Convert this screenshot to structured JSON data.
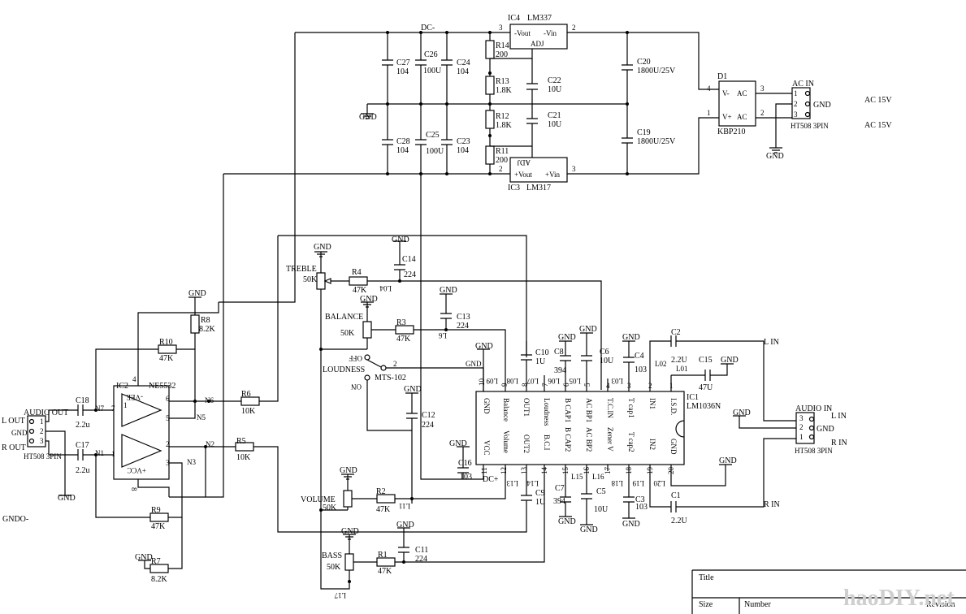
{
  "labels": {
    "dc_minus": "DC-",
    "dc_plus": "DC+",
    "gnd": "GND",
    "gnd_o": "GNDO-",
    "c27": "C27",
    "c27v": "104",
    "c26": "C26",
    "c26v": "100U",
    "c24": "C24",
    "c24v": "104",
    "c28": "C28",
    "c28v": "104",
    "c25": "C25",
    "c25v": "100U",
    "c23": "C23",
    "c23v": "104",
    "r14": "R14",
    "r14v": "200",
    "r13": "R13",
    "r13v": "1.8K",
    "r12": "R12",
    "r12v": "1.8K",
    "r11": "R11",
    "r11v": "200",
    "c22": "C22",
    "c22v": "10U",
    "c21": "C21",
    "c21v": "10U",
    "c20": "C20",
    "c20v": "1800U/25V",
    "c19": "C19",
    "c19v": "1800U/25V",
    "ic4": "IC4",
    "lm337": "LM337",
    "ic3": "IC3",
    "lm317": "LM317",
    "minus_vout": "-Vout",
    "minus_vin": "-Vin",
    "adj": "ADJ",
    "adj_flip": "ADJ",
    "plus_vout": "+Vout",
    "plus_vin": "+Vin",
    "pin2": "2",
    "pin3": "3",
    "pin1": "1",
    "pin4": "4",
    "d1": "D1",
    "kbp210": "KBP210",
    "vminus": "V-",
    "ac": "AC",
    "vplus": "V+",
    "ac_in": "AC IN",
    "ht508_3pin": "HT508 3PIN",
    "ac15v_1": "AC 15V",
    "ac15v_2": "AC 15V",
    "treble": "TREBLE",
    "balance": "BALANCE",
    "loudness": "LOUDNESS",
    "volume": "VOLUME",
    "bass": "BASS",
    "pot50k": "50K",
    "r4": "R4",
    "r4v": "47K",
    "r3": "R3",
    "r3v": "47K",
    "r2": "R2",
    "r2v": "47K",
    "r1": "R1",
    "r1v": "47K",
    "c14": "C14",
    "c14v": "224",
    "c13": "C13",
    "c13v": "224",
    "c12": "C12",
    "c12v": "224",
    "c11": "C11",
    "c11v": "224",
    "l04": "L04",
    "l6": "L6",
    "l11": "L11",
    "l17": "L17",
    "mts102": "MTS-102",
    "off": "OFF",
    "on": "ON",
    "ic2": "IC2",
    "ne5532": "NE5532",
    "vee": "-VEE",
    "vcc": "+VCC",
    "r10": "R10",
    "r10v": "47K",
    "r8": "R8",
    "r8v": "8.2K",
    "r9": "R9",
    "r9v": "47K",
    "r7": "R7",
    "r7v": "8.2K",
    "r6": "R6",
    "r6v": "10K",
    "r5": "R5",
    "r5v": "10K",
    "n1": "N1",
    "n2": "N2",
    "n3": "N3",
    "n5": "N5",
    "n6": "N6",
    "n7": "N7",
    "c18": "C18",
    "c18v": "2.2u",
    "c17": "C17",
    "c17v": "2.2u",
    "audio_out": "AUDIO OUT",
    "l_out": "L OUT",
    "r_out": "R OUT",
    "audio_in": "AUDIO IN",
    "l_in": "L IN",
    "r_in": "R IN",
    "l_in_top": "L IN",
    "r_in_bot": "R IN",
    "ic1": "IC1",
    "lm1036n": "LM1036N",
    "p_gnd": "GND",
    "p_balance": "Balance",
    "p_out1": "OUT1",
    "p_loudness": "Loudness",
    "p_bcap1": "B CAP1",
    "p_acbp1": "AC BP1",
    "p_tcin": "T.C.IN",
    "p_tcap1": "T cap1",
    "p_in1": "IN1",
    "p_isd": "I.S.D.",
    "p_vcc": "VCC",
    "p_volume": "Volume",
    "p_out2": "OUT2",
    "p_bci": "B.C.I",
    "p_bcap2": "B CAP2",
    "p_acbp2": "AC BP2",
    "p_zener": "Zener V",
    "p_tcap2": "T cap2",
    "p_in2": "IN2",
    "p_gnd2": "GND",
    "n10": "10",
    "n9": "9",
    "n8": "8",
    "n7p": "7",
    "n6p": "6",
    "n5p": "5",
    "n4p": "4",
    "n3p": "3",
    "n2p": "2",
    "n1p": "1",
    "n11": "11",
    "n12": "12",
    "n13": "13",
    "n14": "14",
    "n15": "15",
    "n16": "16",
    "n17": "17",
    "n18": "18",
    "n19": "19",
    "n20": "20",
    "l09": "L09",
    "l08": "L08",
    "l07": "L07",
    "l06": "L06",
    "l05": "L05",
    "l03": "L03",
    "l02": "L02",
    "l01": "L01",
    "l13": "L13",
    "l14": "L14",
    "l15": "L15",
    "l16": "L16",
    "l18": "L18",
    "l19": "L19",
    "l20": "L20",
    "c10": "C10",
    "c10v": "1U",
    "c9": "C9",
    "c9v": "1U",
    "c8": "C8",
    "c8v": "394",
    "c6": "C6",
    "c6v": "10U",
    "c4": "C4",
    "c4v": "103",
    "c3": "C3",
    "c3v": "103",
    "c7": "C7",
    "c7v": "394",
    "c5": "C5",
    "c5v": "10U",
    "c2": "C2",
    "c2v": "2.2U",
    "c1": "C1",
    "c1v": "2.2U",
    "c15": "C15",
    "c15v": "47U",
    "c16": "C16",
    "c16v": "103",
    "title": "Title",
    "size": "Size",
    "number": "Number",
    "revision": "Revision",
    "watermark": "haoDIY.net"
  }
}
